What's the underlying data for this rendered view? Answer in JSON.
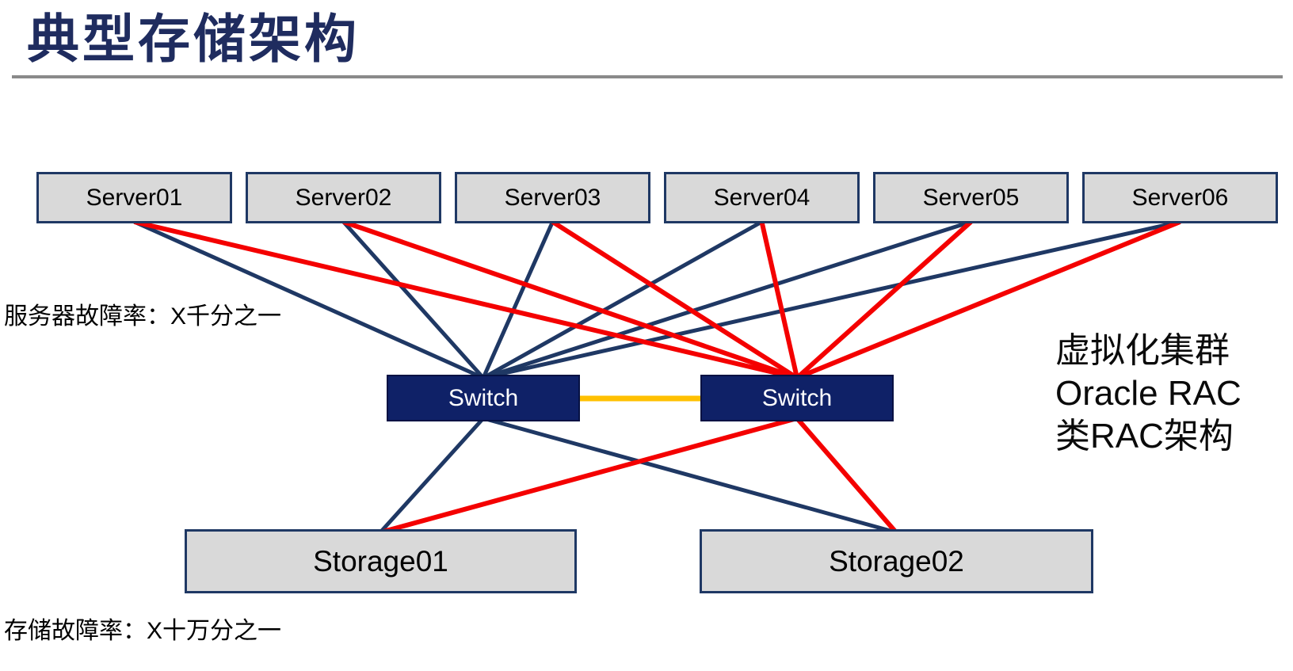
{
  "slide": {
    "title": "典型存储架构"
  },
  "colors": {
    "navy_line": "#1F3864",
    "red_line": "#F40000",
    "orange_line": "#FFC000",
    "box_fill": "#D9D9D9",
    "box_border": "#1F3864",
    "switch_fill": "#0F2167",
    "title_color": "#1F2C5F",
    "rule_color": "#8A8A8A"
  },
  "nodes": {
    "servers": [
      {
        "id": "server1",
        "label": "Server01"
      },
      {
        "id": "server2",
        "label": "Server02"
      },
      {
        "id": "server3",
        "label": "Server03"
      },
      {
        "id": "server4",
        "label": "Server04"
      },
      {
        "id": "server5",
        "label": "Server05"
      },
      {
        "id": "server6",
        "label": "Server06"
      }
    ],
    "switches": [
      {
        "id": "switch-left",
        "label": "Switch"
      },
      {
        "id": "switch-right",
        "label": "Switch"
      }
    ],
    "storages": [
      {
        "id": "storage1",
        "label": "Storage01"
      },
      {
        "id": "storage2",
        "label": "Storage02"
      }
    ]
  },
  "annotations": {
    "server_failure_rate": "服务器故障率：X千分之一",
    "storage_failure_rate": "存储故障率：X十万分之一",
    "cluster_note_lines": [
      "虚拟化集群",
      "Oracle RAC",
      "类RAC架构"
    ]
  },
  "links": [
    {
      "from": "server1",
      "to": "switch-left",
      "color": "navy"
    },
    {
      "from": "server2",
      "to": "switch-left",
      "color": "navy"
    },
    {
      "from": "server3",
      "to": "switch-left",
      "color": "navy"
    },
    {
      "from": "server4",
      "to": "switch-left",
      "color": "navy"
    },
    {
      "from": "server5",
      "to": "switch-left",
      "color": "navy"
    },
    {
      "from": "server6",
      "to": "switch-left",
      "color": "navy"
    },
    {
      "from": "switch-left",
      "to": "storage1",
      "color": "navy"
    },
    {
      "from": "switch-left",
      "to": "storage2",
      "color": "navy"
    },
    {
      "from": "server1",
      "to": "switch-right",
      "color": "red"
    },
    {
      "from": "server2",
      "to": "switch-right",
      "color": "red"
    },
    {
      "from": "server3",
      "to": "switch-right",
      "color": "red"
    },
    {
      "from": "server4",
      "to": "switch-right",
      "color": "red"
    },
    {
      "from": "server5",
      "to": "switch-right",
      "color": "red"
    },
    {
      "from": "server6",
      "to": "switch-right",
      "color": "red"
    },
    {
      "from": "switch-right",
      "to": "storage1",
      "color": "red"
    },
    {
      "from": "switch-right",
      "to": "storage2",
      "color": "red"
    },
    {
      "from": "switch-left",
      "to": "switch-right",
      "color": "orange"
    }
  ]
}
